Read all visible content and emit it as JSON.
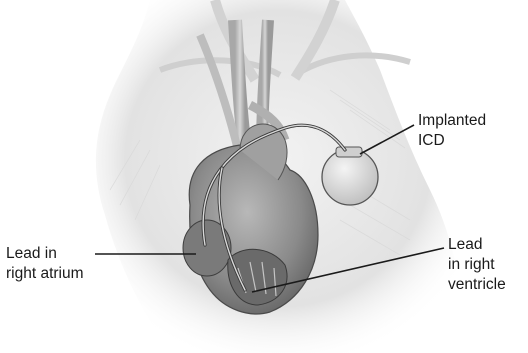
{
  "figure": {
    "labels": {
      "icd": "Implanted\nICD",
      "right_atrium_lead": "Lead in\nright atrium",
      "right_ventricle_lead": "Lead\nin right\nventricle"
    },
    "colors": {
      "ink": "#1a1a1a",
      "skin": "#ececec",
      "heart_dark": "#6e6e6e",
      "heart_mid": "#9a9a9a",
      "heart_light": "#c4c4c4",
      "device": "#d9d9d9"
    }
  }
}
